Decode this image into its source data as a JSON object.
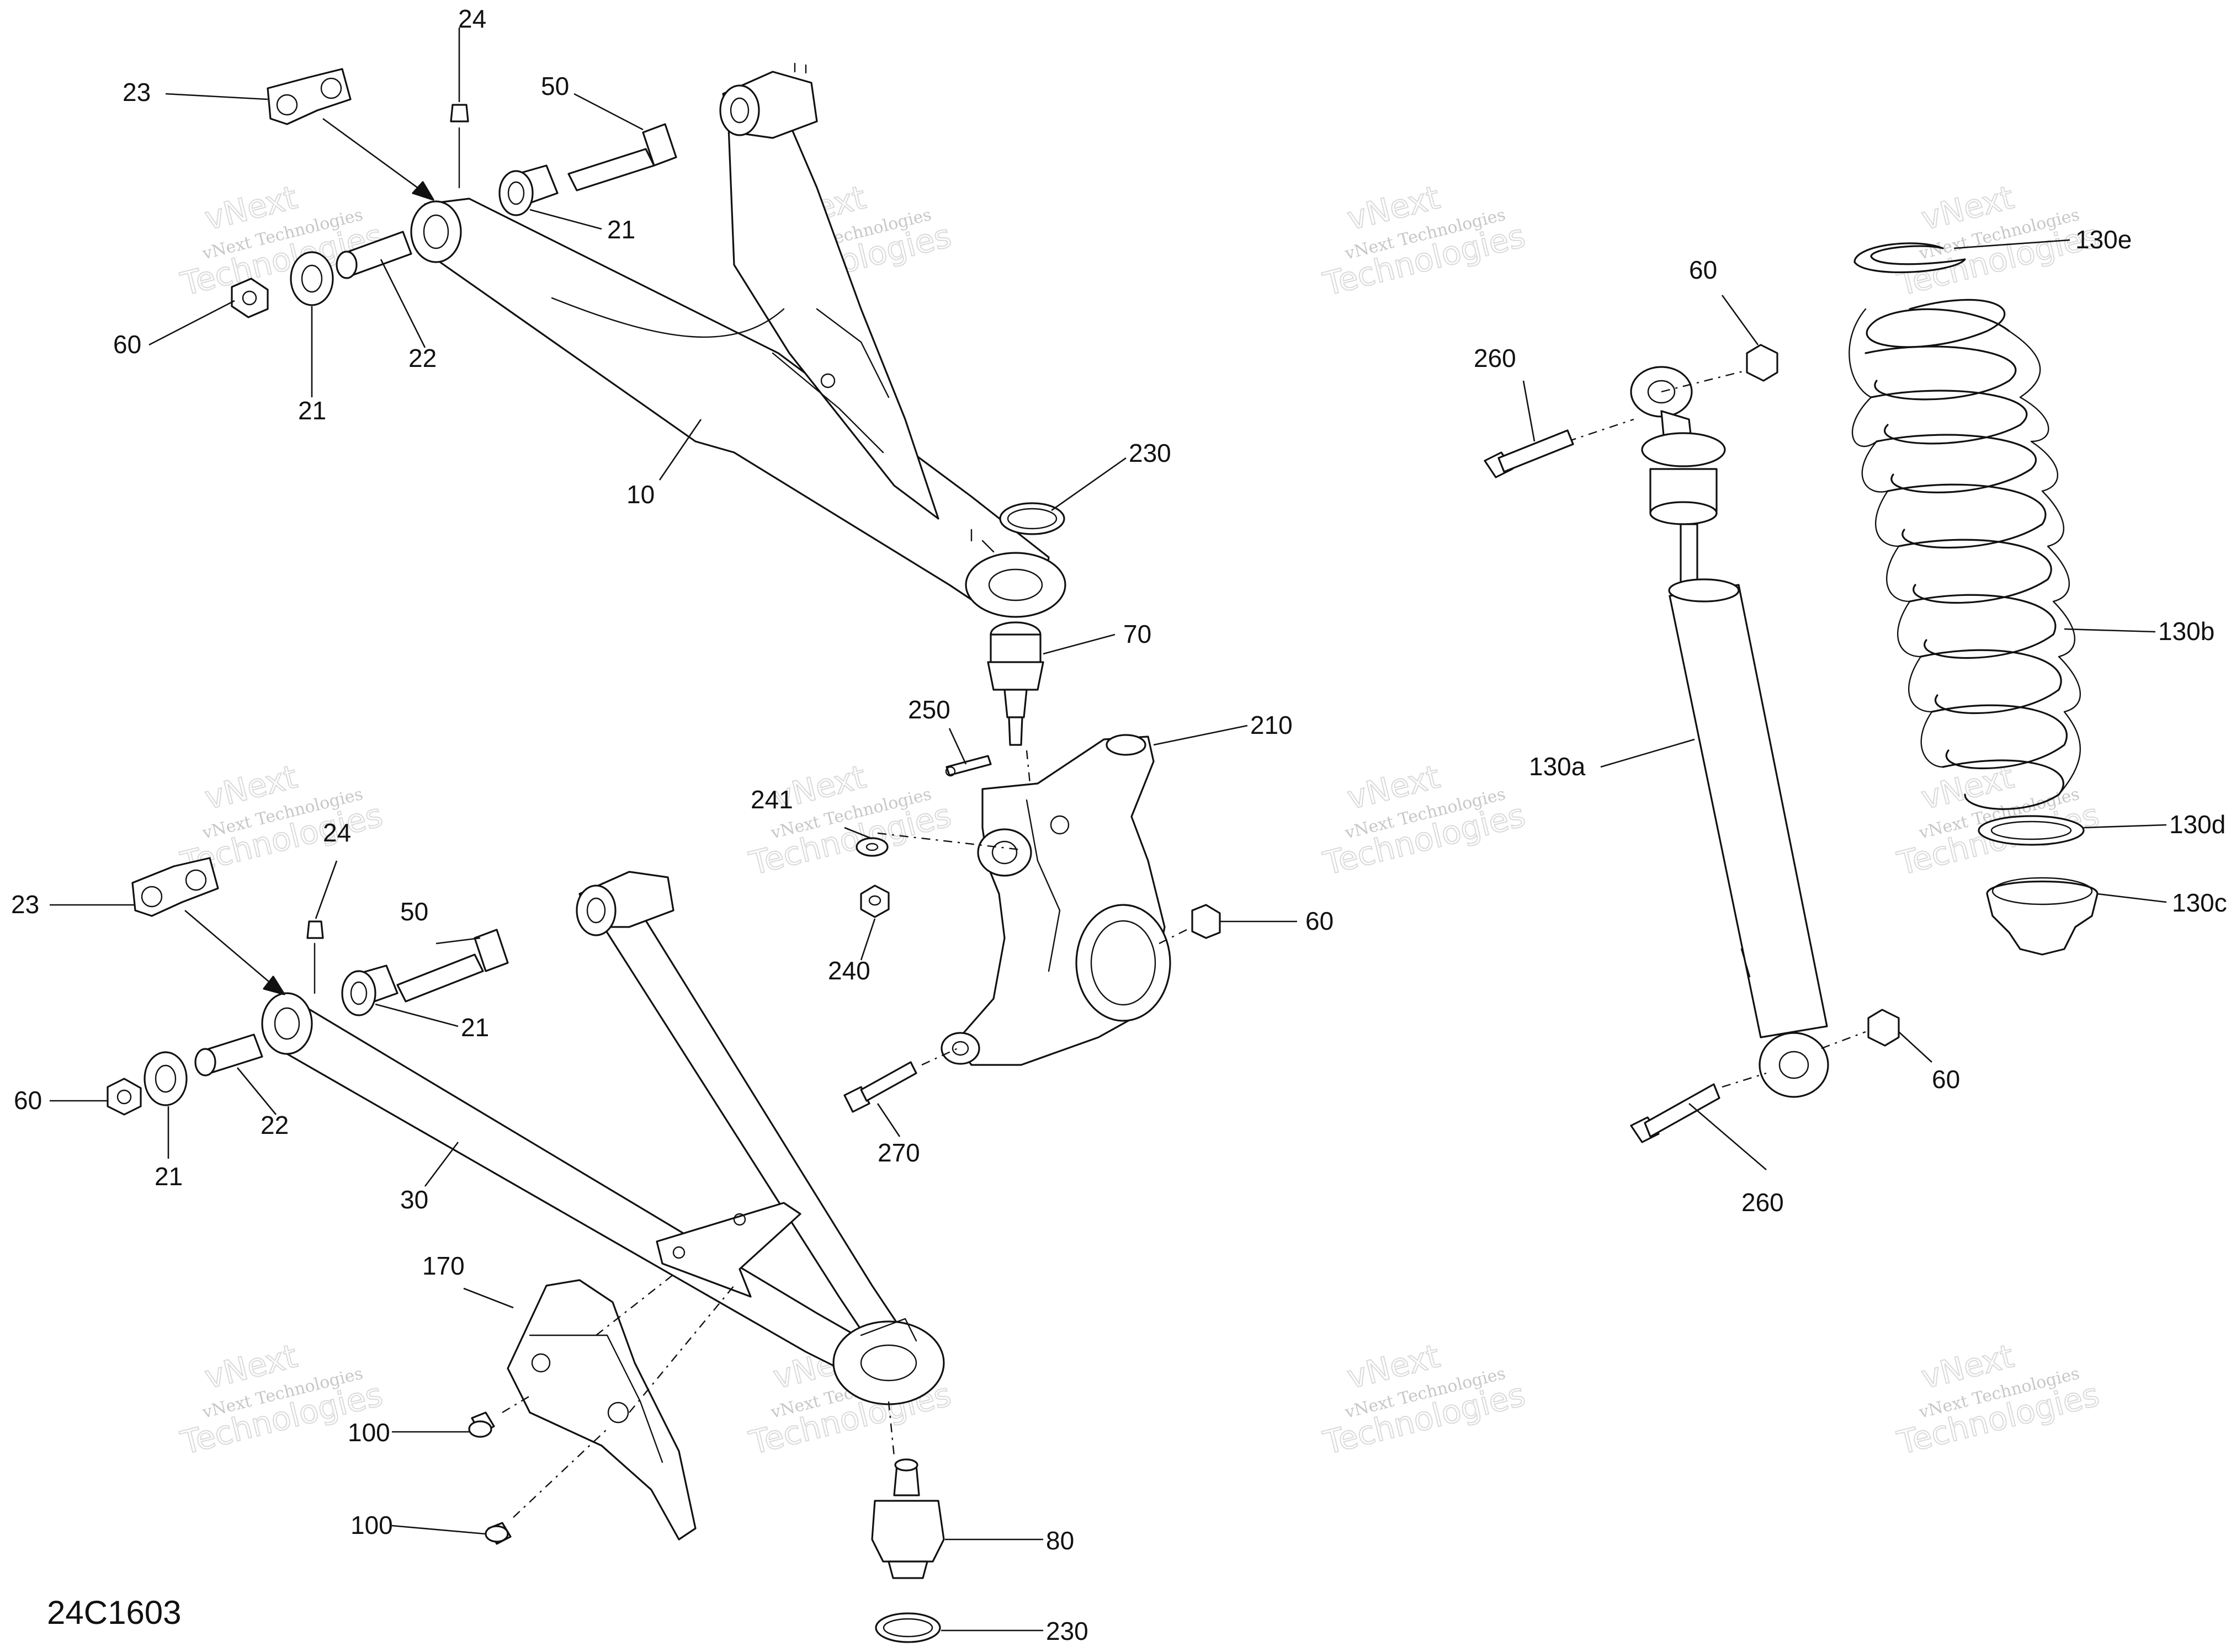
{
  "figure_code": "24C1603",
  "watermark": {
    "line1": "vNext Technologies",
    "line2a": "vNext",
    "line2b": "Technologies"
  },
  "callouts": {
    "c23_top": "23",
    "c24_top": "24",
    "c50_top": "50",
    "c21_top_a": "21",
    "c21_top_b": "21",
    "c22_top": "22",
    "c60_top": "60",
    "c10": "10",
    "c230_top": "230",
    "c70": "70",
    "c250": "250",
    "c210": "210",
    "c241": "241",
    "c240": "240",
    "c60_knuckle": "60",
    "c270": "270",
    "c23_bot": "23",
    "c24_bot": "24",
    "c50_bot": "50",
    "c21_bot_a": "21",
    "c21_bot_b": "21",
    "c22_bot": "22",
    "c60_bot": "60",
    "c30": "30",
    "c170": "170",
    "c100_a": "100",
    "c100_b": "100",
    "c80": "80",
    "c230_bot": "230",
    "c60_shock_top": "60",
    "c260_top": "260",
    "c130a": "130a",
    "c60_shock_bot": "60",
    "c260_bot": "260",
    "c130e": "130e",
    "c130b": "130b",
    "c130d": "130d",
    "c130c": "130c"
  }
}
